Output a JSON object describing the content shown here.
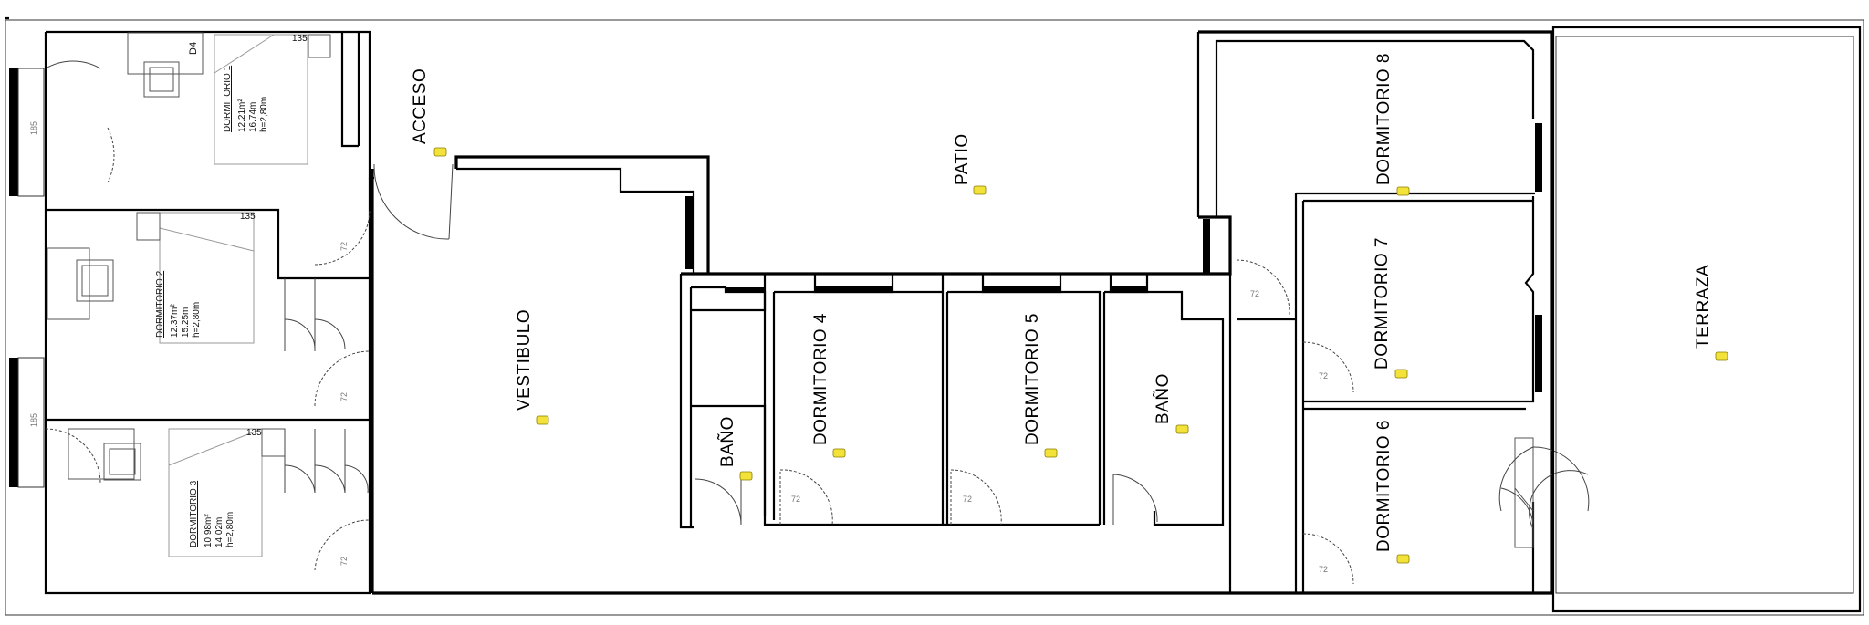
{
  "rooms": {
    "acceso": "ACCESO",
    "patio": "PATIO",
    "vestibulo": "VESTIBULO",
    "bano_left": "BAÑO",
    "dormitorio_4": "DORMITORIO  4",
    "dormitorio_5": "DORMITORIO  5",
    "bano_right": "BAÑO",
    "dormitorio_8": "DORMITORIO  8",
    "dormitorio_7": "DORMITORIO  7",
    "dormitorio_6": "DORMITORIO  6",
    "terraza": "TERRAZA",
    "d4_code": "D4"
  },
  "dormitorio_1": {
    "name": "DORMITORIO 1",
    "area": "12.21m²",
    "perimeter": "16.74m",
    "height": "h=2,80m"
  },
  "dormitorio_2": {
    "name": "DORMITORIO 2",
    "area": "12.37m²",
    "perimeter": "15.25m",
    "height": "h=2,80m"
  },
  "dormitorio_3": {
    "name": "DORMITORIO 3",
    "area": "10.98m²",
    "perimeter": "14.02m",
    "height": "h=2,80m"
  },
  "dimensions": {
    "bed_width": "135",
    "door_width": "72",
    "window_top": "185",
    "window_mid": "185"
  },
  "colors": {
    "wall": "#000000",
    "tag": "#f2e23a"
  }
}
